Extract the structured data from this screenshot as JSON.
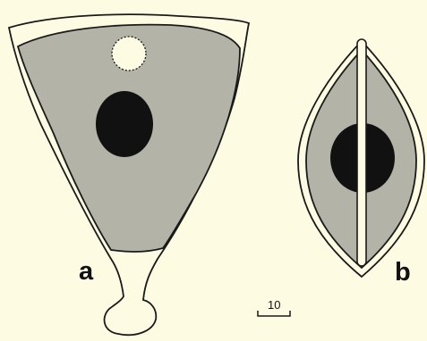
{
  "panels": {
    "a": {
      "label": "a"
    },
    "b": {
      "label": "b"
    }
  },
  "scale_bar": {
    "value": "10"
  },
  "colors": {
    "background": "#fdfce3",
    "cell_fill": "#b3b3a8",
    "nucleus": "#111111",
    "outline": "#1a1a1a",
    "wall_fill": "#fdfce3"
  }
}
